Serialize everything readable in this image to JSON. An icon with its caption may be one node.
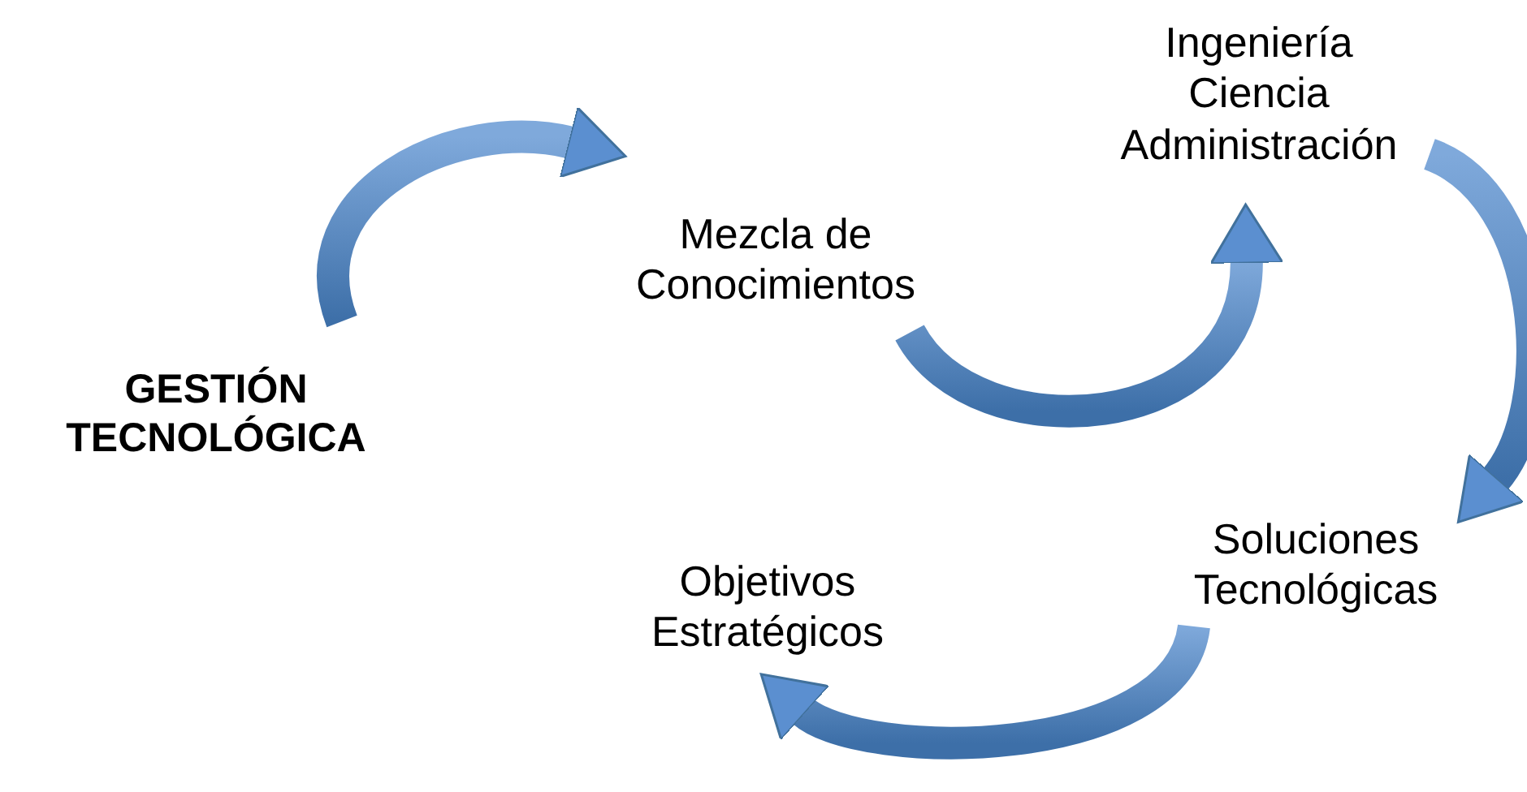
{
  "diagram": {
    "nodes": [
      {
        "text": [
          "GESTIÓN TECNOLÓGICA"
        ]
      },
      {
        "text": [
          "Mezcla de Conocimientos"
        ]
      },
      {
        "text": [
          "Ingeniería Ciencia Administración"
        ]
      },
      {
        "text": [
          "Soluciones Tecnológicas"
        ]
      },
      {
        "text": [
          "Objetivos Estratégicos"
        ]
      }
    ],
    "edges": [
      {
        "from": 0,
        "to": 1,
        "arrow": "to"
      },
      {
        "from": 1,
        "to": 2,
        "arrow": "to"
      },
      {
        "from": 2,
        "to": 3,
        "arrow": "to"
      },
      {
        "from": 3,
        "to": 4,
        "arrow": "to"
      }
    ]
  }
}
